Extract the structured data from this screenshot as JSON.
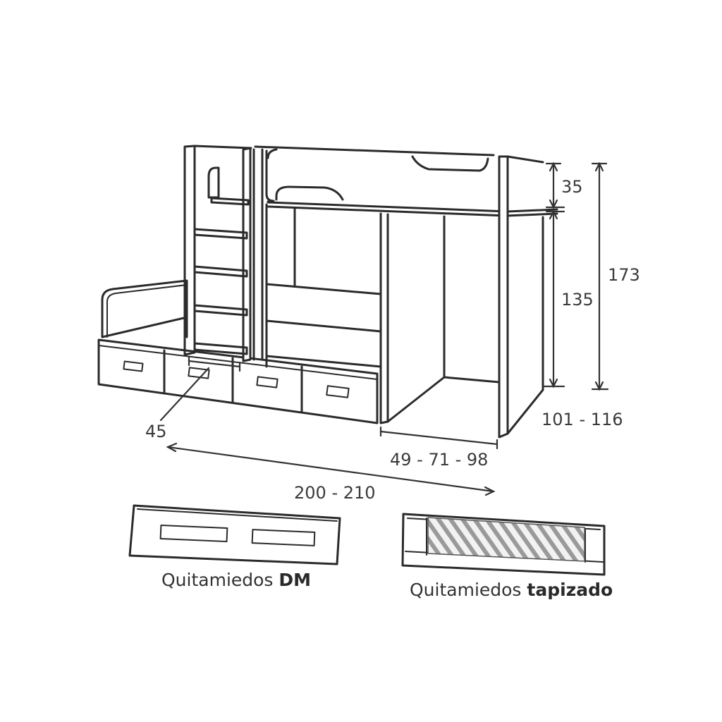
{
  "dimensions": {
    "guard_height": "35",
    "bed_height": "135",
    "total_height": "173",
    "depth": "101 - 116",
    "desk_width": "49 - 71 - 98",
    "step_width": "45",
    "length": "200 - 210"
  },
  "captions": {
    "dm": {
      "prefix": "Quitamiedos",
      "emphasis": "DM"
    },
    "upholstered": {
      "prefix": "Quitamiedos",
      "emphasis": "tapizado"
    }
  },
  "colors": {
    "line": "#2b2b2b",
    "text": "#3a3a3a",
    "background": "#ffffff"
  }
}
